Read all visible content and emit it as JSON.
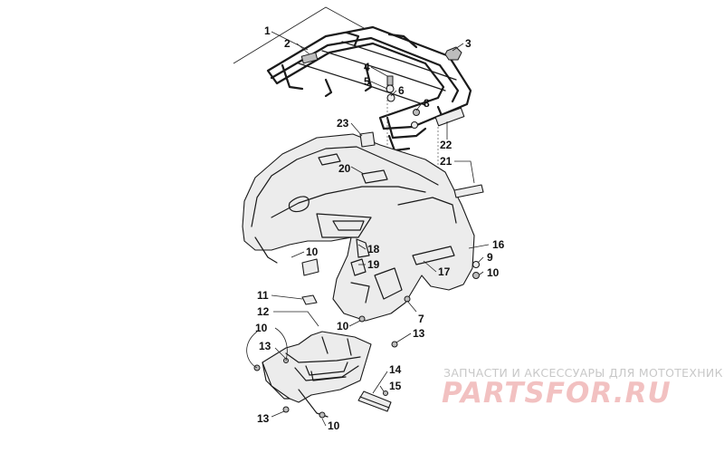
{
  "diagram": {
    "callouts": [
      {
        "id": "c1",
        "label": "1"
      },
      {
        "id": "c2",
        "label": "2"
      },
      {
        "id": "c3",
        "label": "3"
      },
      {
        "id": "c4",
        "label": "4"
      },
      {
        "id": "c5",
        "label": "5"
      },
      {
        "id": "c6",
        "label": "6"
      },
      {
        "id": "c8",
        "label": "8"
      },
      {
        "id": "c23",
        "label": "23"
      },
      {
        "id": "c22",
        "label": "22"
      },
      {
        "id": "c20",
        "label": "20"
      },
      {
        "id": "c21",
        "label": "21"
      },
      {
        "id": "c16",
        "label": "16"
      },
      {
        "id": "c9",
        "label": "9"
      },
      {
        "id": "c10a",
        "label": "10"
      },
      {
        "id": "c10b",
        "label": "10"
      },
      {
        "id": "c17",
        "label": "17"
      },
      {
        "id": "c18",
        "label": "18"
      },
      {
        "id": "c19",
        "label": "19"
      },
      {
        "id": "c11",
        "label": "11"
      },
      {
        "id": "c12",
        "label": "12"
      },
      {
        "id": "c10c",
        "label": "10"
      },
      {
        "id": "c7",
        "label": "7"
      },
      {
        "id": "c10d",
        "label": "10"
      },
      {
        "id": "c13a",
        "label": "13"
      },
      {
        "id": "c13b",
        "label": "13"
      },
      {
        "id": "c14",
        "label": "14"
      },
      {
        "id": "c15",
        "label": "15"
      },
      {
        "id": "c13c",
        "label": "13"
      },
      {
        "id": "c10e",
        "label": "10"
      }
    ]
  },
  "watermark": {
    "tagline": "ЗАПЧАСТИ И АКСЕССУАРЫ ДЛЯ МОТОТЕХНИКИ",
    "logo_text": "PARTSFOR.RU"
  }
}
